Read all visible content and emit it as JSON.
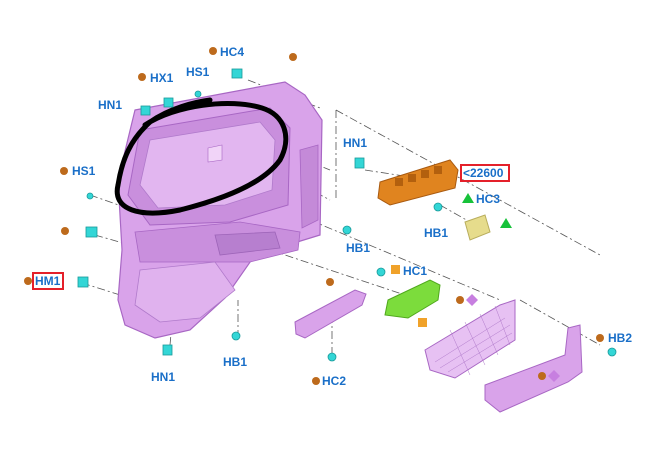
{
  "diagram": {
    "colors": {
      "panel": "#d9a3ea",
      "panel_stroke": "#a867c4",
      "cyan": "#33d6d6",
      "orange": "#e0841f",
      "green": "#7cdc3c",
      "beige": "#e6dc8c",
      "label": "#1a6fc8",
      "bullet_brown": "#bd6a1c",
      "highlight_box": "#e4202a",
      "marker_green": "#17c23a",
      "marker_orange": "#f0a22a",
      "marker_purple": "#c77fe0",
      "ink": "#000000"
    },
    "labels": {
      "hc4": "HC4",
      "hx1": "HX1",
      "hs1_top": "HS1",
      "hn1_top": "HN1",
      "hn1_right": "HN1",
      "hs1_left": "HS1",
      "hm1": "HM1",
      "hb1_mid": "HB1",
      "hb1_right": "HB1",
      "hb1_bottom": "HB1",
      "hn1_bottom": "HN1",
      "hc3": "HC3",
      "hc1": "HC1",
      "hc2": "HC2",
      "hb2": "HB2",
      "part_number": "<22600"
    },
    "icons": [
      "brown-dot",
      "green-triangle",
      "orange-square",
      "purple-diamond",
      "fastener-clip"
    ]
  }
}
